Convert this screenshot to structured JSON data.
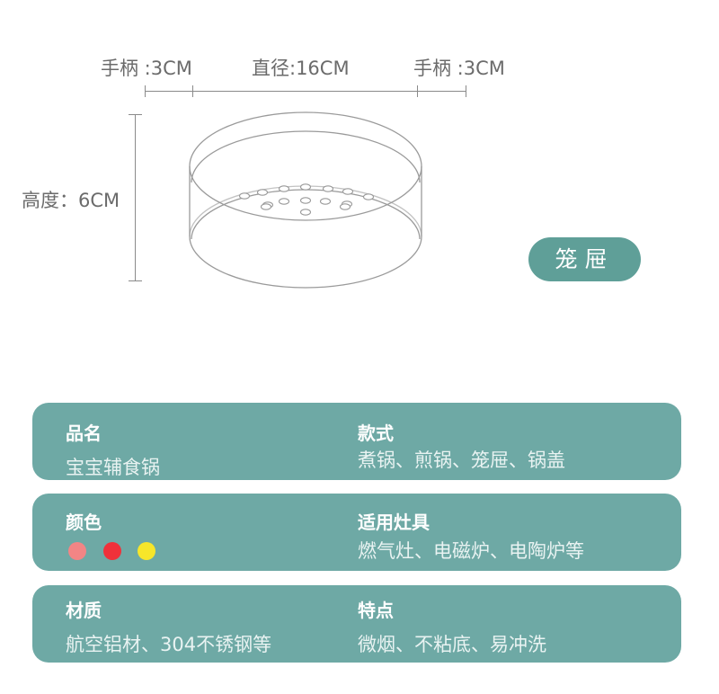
{
  "dimensions": {
    "handle_left": "手柄 :3CM",
    "diameter": "直径:16CM",
    "handle_right": "手柄 :3CM",
    "height": "高度：6CM"
  },
  "product_tag": "笼屉",
  "specs": [
    {
      "left": {
        "label": "品名",
        "value": "宝宝辅食锅"
      },
      "right": {
        "label": "款式",
        "value": "煮锅、煎锅、笼屉、锅盖"
      }
    },
    {
      "left": {
        "label": "颜色",
        "swatches": [
          "#f28585",
          "#f0313a",
          "#f7e62a"
        ]
      },
      "right": {
        "label": "适用灶具",
        "value": "燃气灶、电磁炉、电陶炉等"
      }
    },
    {
      "left": {
        "label": "材质",
        "value": "航空铝材、304不锈钢等"
      },
      "right": {
        "label": "特点",
        "value": "微烟、不粘底、易冲洗"
      }
    }
  ],
  "colors": {
    "card_bg": "#6ea9a5",
    "pill_bg": "#5f9f98"
  }
}
